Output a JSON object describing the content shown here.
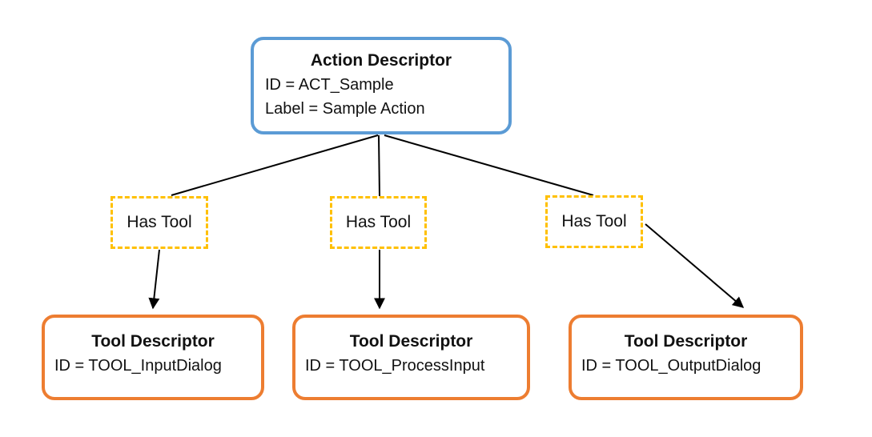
{
  "diagram": {
    "action": {
      "title": "Action Descriptor",
      "id_line": "ID = ACT_Sample",
      "label_line": "Label = Sample Action"
    },
    "relations": [
      {
        "label": "Has Tool"
      },
      {
        "label": "Has Tool"
      },
      {
        "label": "Has Tool"
      }
    ],
    "tools": [
      {
        "title": "Tool Descriptor",
        "id_line": "ID = TOOL_InputDialog"
      },
      {
        "title": "Tool Descriptor",
        "id_line": "ID = TOOL_ProcessInput"
      },
      {
        "title": "Tool Descriptor",
        "id_line": "ID = TOOL_OutputDialog"
      }
    ],
    "colors": {
      "action_border": "#5B9BD5",
      "relation_border": "#FFC000",
      "tool_border": "#ED7D31",
      "connector": "#000000"
    }
  }
}
